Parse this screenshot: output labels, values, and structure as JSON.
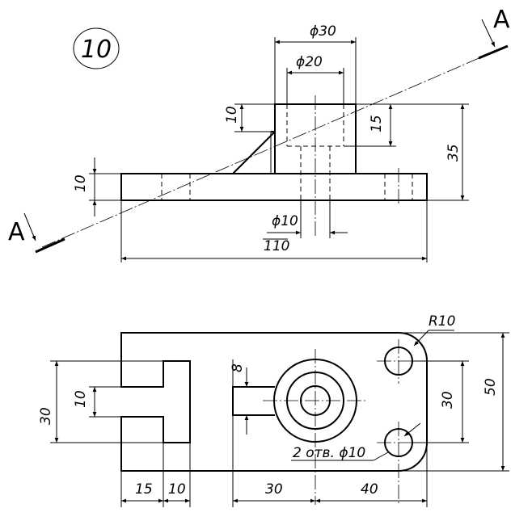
{
  "sheet": {
    "number": "10",
    "section_label_top": "A",
    "section_label_bottom": "A"
  },
  "front_view": {
    "dims": {
      "d30": "ϕ30",
      "d20": "ϕ20",
      "h10_boss": "10",
      "h15": "15",
      "h35": "35",
      "h10_base": "10",
      "d10": "ϕ10",
      "len110": "110"
    }
  },
  "top_view": {
    "dims": {
      "r10": "R10",
      "w8": "8",
      "w30_left": "30",
      "w10_left": "10",
      "w30_right": "30",
      "h50": "50",
      "holes": "2 отв. ϕ10",
      "x15": "15",
      "x10": "10",
      "x30": "30",
      "x40": "40"
    }
  }
}
